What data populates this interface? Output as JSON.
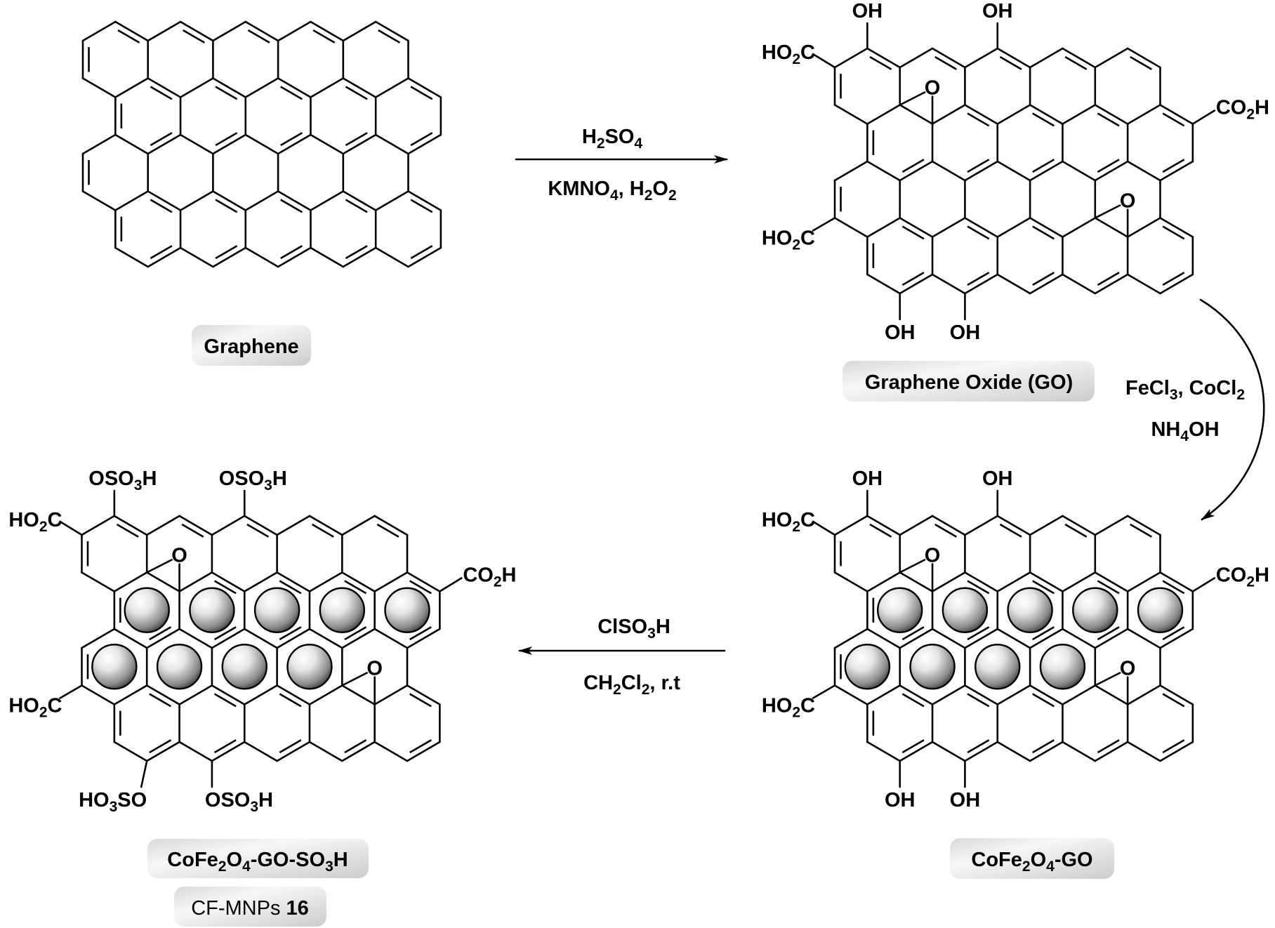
{
  "figure": {
    "type": "reaction-scheme",
    "title": "Synthesis of CoFe2O4-GO-SO3H magnetic nanocatalyst from graphene"
  },
  "colors": {
    "ink": "#000000",
    "label_box_light": "#f7f7f7",
    "label_box_dark": "#cfcfcf",
    "nanoparticle_highlight": "#ffffff",
    "nanoparticle_shadow": "#2a2a2a"
  },
  "compounds": {
    "graphene": {
      "name": [
        {
          "t": "Graphene"
        }
      ],
      "substituents": {}
    },
    "go": {
      "name": [
        {
          "t": "Graphene Oxide (GO)"
        }
      ],
      "substituents": {
        "top_left": [
          {
            "t": "OH"
          }
        ],
        "top_mid": [
          {
            "t": "OH"
          }
        ],
        "left_upper": [
          {
            "t": "HO"
          },
          {
            "t": "2",
            "sub": true
          },
          {
            "t": "C"
          }
        ],
        "right": [
          {
            "t": "CO"
          },
          {
            "t": "2",
            "sub": true
          },
          {
            "t": "H"
          }
        ],
        "left_lower": [
          {
            "t": "HO"
          },
          {
            "t": "2",
            "sub": true
          },
          {
            "t": "C"
          }
        ],
        "bottom_left": [
          {
            "t": "OH"
          }
        ],
        "bottom_mid": [
          {
            "t": "OH"
          }
        ],
        "epoxide_1": [
          {
            "t": "O"
          }
        ],
        "epoxide_2": [
          {
            "t": "O"
          }
        ]
      }
    },
    "cofe2o4_go": {
      "name": [
        {
          "t": "CoFe"
        },
        {
          "t": "2",
          "sub": true
        },
        {
          "t": "O"
        },
        {
          "t": "4",
          "sub": true
        },
        {
          "t": "-GO"
        }
      ],
      "nanoparticle_count": 9,
      "substituents": {
        "top_left": [
          {
            "t": "OH"
          }
        ],
        "top_mid": [
          {
            "t": "OH"
          }
        ],
        "left_upper": [
          {
            "t": "HO"
          },
          {
            "t": "2",
            "sub": true
          },
          {
            "t": "C"
          }
        ],
        "right": [
          {
            "t": "CO"
          },
          {
            "t": "2",
            "sub": true
          },
          {
            "t": "H"
          }
        ],
        "left_lower": [
          {
            "t": "HO"
          },
          {
            "t": "2",
            "sub": true
          },
          {
            "t": "C"
          }
        ],
        "bottom_left": [
          {
            "t": "OH"
          }
        ],
        "bottom_mid": [
          {
            "t": "OH"
          }
        ],
        "epoxide_1": [
          {
            "t": "O"
          }
        ],
        "epoxide_2": [
          {
            "t": "O"
          }
        ]
      }
    },
    "cofe2o4_go_so3h": {
      "name": [
        {
          "t": "CoFe"
        },
        {
          "t": "2",
          "sub": true
        },
        {
          "t": "O"
        },
        {
          "t": "4",
          "sub": true
        },
        {
          "t": "-GO-SO"
        },
        {
          "t": "3",
          "sub": true
        },
        {
          "t": "H"
        }
      ],
      "alt_name": [
        {
          "t": "CF-MNPs "
        },
        {
          "t": "16",
          "bold": true
        }
      ],
      "nanoparticle_count": 9,
      "substituents": {
        "top_left": [
          {
            "t": "OSO"
          },
          {
            "t": "3",
            "sub": true
          },
          {
            "t": "H"
          }
        ],
        "top_mid": [
          {
            "t": "OSO"
          },
          {
            "t": "3",
            "sub": true
          },
          {
            "t": "H"
          }
        ],
        "left_upper": [
          {
            "t": "HO"
          },
          {
            "t": "2",
            "sub": true
          },
          {
            "t": "C"
          }
        ],
        "right": [
          {
            "t": "CO"
          },
          {
            "t": "2",
            "sub": true
          },
          {
            "t": "H"
          }
        ],
        "left_lower": [
          {
            "t": "HO"
          },
          {
            "t": "2",
            "sub": true
          },
          {
            "t": "C"
          }
        ],
        "bottom_left": [
          {
            "t": "HO"
          },
          {
            "t": "3",
            "sub": true
          },
          {
            "t": "SO"
          }
        ],
        "bottom_mid": [
          {
            "t": "OSO"
          },
          {
            "t": "3",
            "sub": true
          },
          {
            "t": "H"
          }
        ],
        "epoxide_1": [
          {
            "t": "O"
          }
        ],
        "epoxide_2": [
          {
            "t": "O"
          }
        ]
      }
    }
  },
  "steps": [
    {
      "from": "Graphene",
      "to": "Graphene Oxide (GO)",
      "direction": "right",
      "above": [
        {
          "t": "H"
        },
        {
          "t": "2",
          "sub": true
        },
        {
          "t": "SO"
        },
        {
          "t": "4",
          "sub": true
        }
      ],
      "below": [
        {
          "t": "KMNO"
        },
        {
          "t": "4",
          "sub": true
        },
        {
          "t": ", H"
        },
        {
          "t": "2",
          "sub": true
        },
        {
          "t": "O"
        },
        {
          "t": "2",
          "sub": true
        }
      ]
    },
    {
      "from": "Graphene Oxide (GO)",
      "to": "CoFe2O4-GO",
      "direction": "down-curved",
      "line1": [
        {
          "t": "FeCl"
        },
        {
          "t": "3",
          "sub": true
        },
        {
          "t": ", CoCl"
        },
        {
          "t": "2",
          "sub": true
        }
      ],
      "line2": [
        {
          "t": "NH"
        },
        {
          "t": "4",
          "sub": true
        },
        {
          "t": "OH"
        }
      ]
    },
    {
      "from": "CoFe2O4-GO",
      "to": "CoFe2O4-GO-SO3H",
      "direction": "left",
      "above": [
        {
          "t": "ClSO"
        },
        {
          "t": "3",
          "sub": true
        },
        {
          "t": "H"
        }
      ],
      "below": [
        {
          "t": "CH"
        },
        {
          "t": "2",
          "sub": true
        },
        {
          "t": "Cl"
        },
        {
          "t": "2",
          "sub": true
        },
        {
          "t": ", r.t"
        }
      ]
    }
  ]
}
